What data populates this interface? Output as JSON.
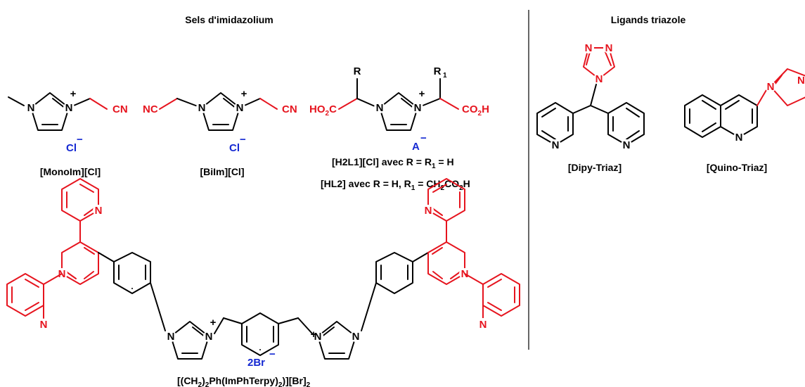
{
  "headers": {
    "left": "Sels d'imidazolium",
    "right": "Ligands triazole"
  },
  "compounds": {
    "monoim": {
      "label": "[MonoIm][Cl]",
      "anion": "Cl"
    },
    "biim": {
      "label": "[BiIm][Cl]",
      "anion": "Cl"
    },
    "h2l1": {
      "label_line1": "[H2L1][Cl] avec R = R",
      "label_sub1": "1",
      "label_tail1": " = H",
      "label_line2": "[HL2] avec R = H, R",
      "label_sub2": "1",
      "label_tail2": " = CH",
      "label_sub3": "2",
      "label_tail3": "CO",
      "label_sub4": "2",
      "label_tail4": "H",
      "anion": "A",
      "r": "R",
      "r1": "R",
      "r1_sub": "1"
    },
    "dipy": {
      "label": "[Dipy-Triaz]"
    },
    "quino": {
      "label": "[Quino-Triaz]"
    },
    "big": {
      "anion": "2Br",
      "label_a": "[(CH",
      "label_b": "2",
      "label_c": ")",
      "label_d": "2",
      "label_e": "Ph(ImPhTerpy)",
      "label_f": "2",
      "label_g": ")][Br]",
      "label_h": "2"
    }
  },
  "atoms": {
    "n": "N",
    "plus": "+",
    "cn": "CN",
    "nc": "NC",
    "ho2c": "HO",
    "ho2c_sub": "2",
    "ho2c_tail": "C",
    "co2h": "CO",
    "co2h_sub": "2",
    "co2h_tail": "H",
    "minus": "−"
  },
  "colors": {
    "fragment_red": "#e6141e",
    "anion_blue": "#1428d2",
    "ink": "#000000"
  }
}
